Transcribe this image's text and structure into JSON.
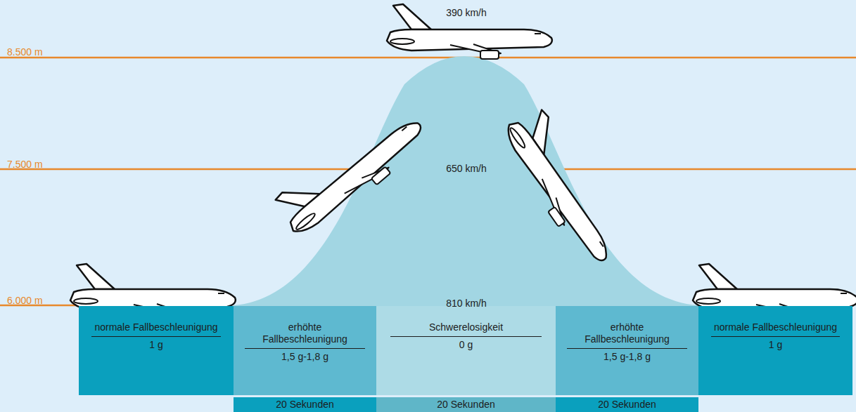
{
  "diagram": {
    "nodes": [
      {
        "text": [
          "normale Fallbeschleunigung",
          "1 g"
        ]
      },
      {
        "text": [
          "erhöhte Fallbeschleunigung",
          "1,5 g-1,8 g"
        ]
      },
      {
        "text": [
          "Schwerelosigkeit",
          "0 g"
        ]
      },
      {
        "text": [
          "erhöhte Fallbeschleunigung",
          "1,5 g-1,8 g"
        ]
      },
      {
        "text": [
          "normale Fallbeschleunigung",
          "1 g"
        ]
      },
      {
        "text": [
          "20 Sekunden"
        ]
      },
      {
        "text": [
          "20 Sekunden"
        ]
      },
      {
        "text": [
          "20 Sekunden"
        ]
      }
    ],
    "labels": [
      "8.500 m",
      "7.500 m",
      "6.000 m",
      "390 km/h",
      "650 km/h",
      "810 km/h"
    ]
  }
}
